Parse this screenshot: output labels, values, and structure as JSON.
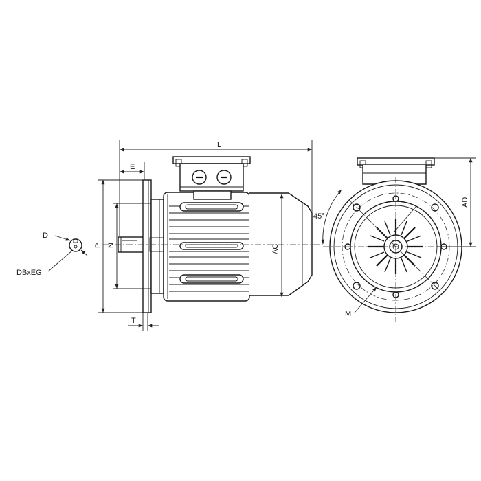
{
  "drawing": {
    "labels": {
      "L": "L",
      "E": "E",
      "P": "P",
      "N": "N",
      "T": "T",
      "AC": "AC",
      "AD": "AD",
      "M": "M",
      "D": "D",
      "DBxEG": "DBxEG",
      "angle": "45°"
    },
    "line_color": "#1a1a1a",
    "background": "#ffffff"
  }
}
